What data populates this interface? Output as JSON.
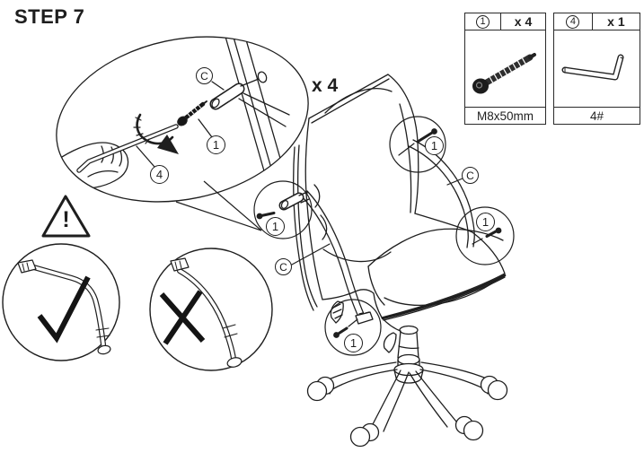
{
  "colors": {
    "ink": "#1e1e1e",
    "background": "#ffffff"
  },
  "title": "STEP 7",
  "detail_bubble": {
    "quantity": "x 4",
    "labels": {
      "armrest": "C",
      "bolt": "1",
      "allen_key": "4"
    }
  },
  "legend": {
    "boxes": [
      {
        "part_id": "1",
        "quantity": "x 4",
        "spec": "M8x50mm",
        "icon": "bolt-icon"
      },
      {
        "part_id": "4",
        "quantity": "x 1",
        "spec": "4#",
        "icon": "allen-key-icon"
      }
    ]
  },
  "warning": {
    "mark": "!"
  },
  "orientation_guide": {
    "correct_icon": "check",
    "incorrect_icon": "cross"
  },
  "chair_callouts": {
    "screws": [
      {
        "label": "1"
      },
      {
        "label": "1"
      },
      {
        "label": "1"
      },
      {
        "label": "1"
      }
    ],
    "armrests": [
      {
        "label": "C"
      },
      {
        "label": "C"
      }
    ]
  }
}
